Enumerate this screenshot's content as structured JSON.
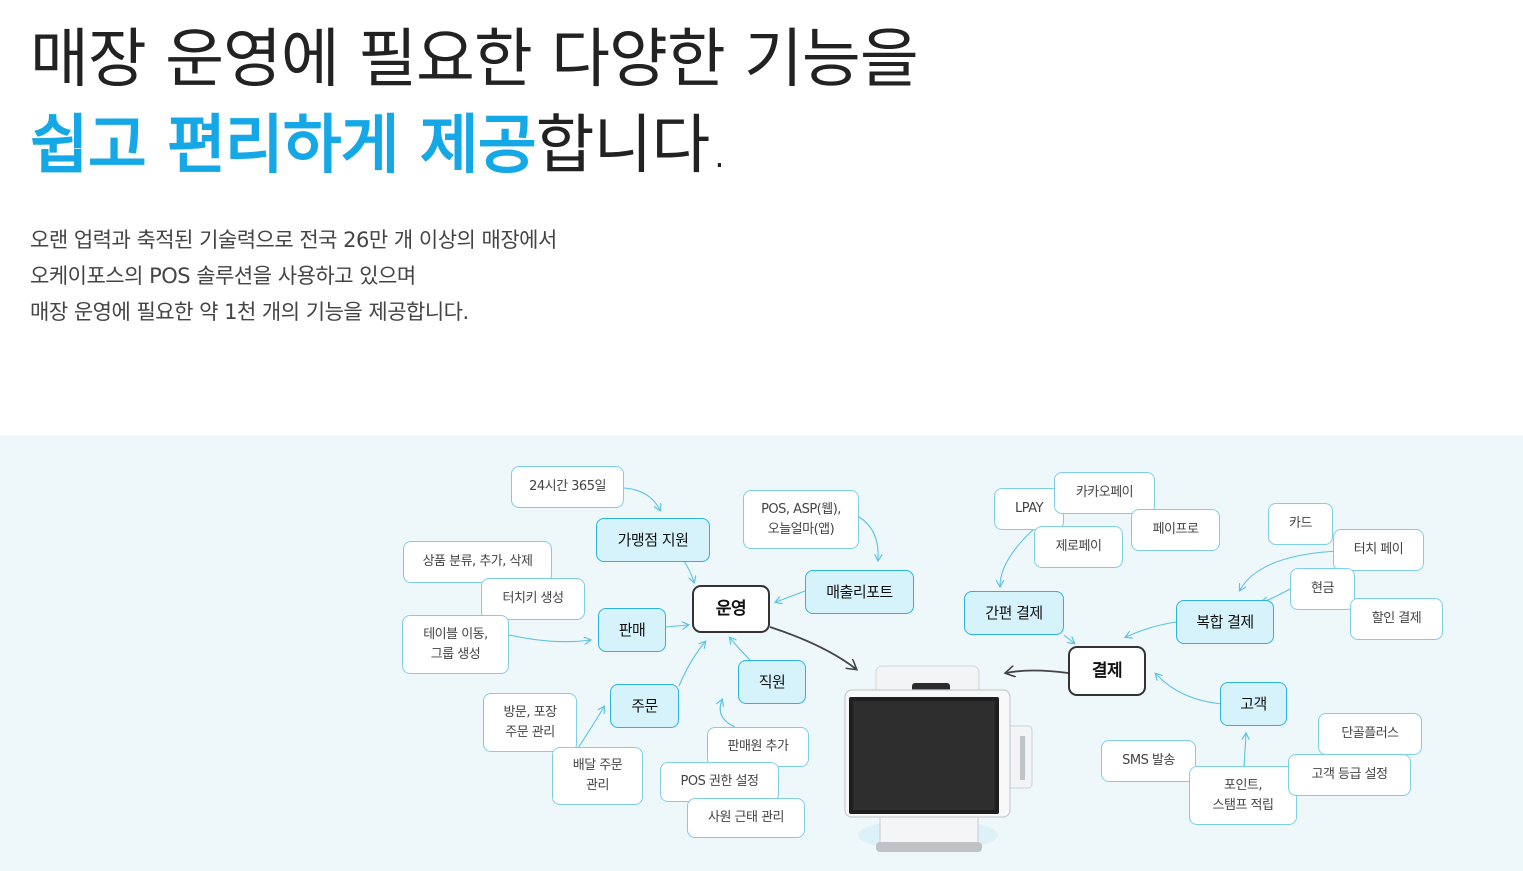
{
  "headline": {
    "line1": "매장 운영에 필요한 다양한 기능을",
    "line2_accent": "쉽고 편리하게 제공",
    "line2_rest": "합니다."
  },
  "description": [
    "오랜 업력과 축적된 기술력으로 전국 26만 개 이상의 매장에서",
    "오케이포스의 POS 솔루션을 사용하고 있으며",
    "매장 운영에 필요한 약 1천 개의 기능을 제공합니다."
  ],
  "diagram": {
    "hubs": {
      "operation": "운영",
      "payment": "결제"
    },
    "categories": {
      "franchise_support": "가맹점 지원",
      "sales_report": "매출리포트",
      "sales": "판매",
      "order": "주문",
      "staff": "직원",
      "simple_payment": "간편 결제",
      "combined_payment": "복합 결제",
      "customer": "고객"
    },
    "leaves": {
      "hours_365": "24시간 365일",
      "pos_asp": "POS, ASP(웹),\n오늘얼마(앱)",
      "product_manage": "상품 분류, 추가, 삭제",
      "touch_key": "터치키 생성",
      "table_move": "테이블 이동,\n그룹 생성",
      "visit_pack": "방문, 포장\n주문 관리",
      "delivery": "배달 주문\n관리",
      "add_seller": "판매원 추가",
      "pos_permission": "POS 권한 설정",
      "attendance": "사원 근태 관리",
      "lpay": "LPAY",
      "kakaopay": "카카오페이",
      "payco": "페이프로",
      "zeropay": "제로페이",
      "card": "카드",
      "touch_pay": "터치 페이",
      "cash": "현금",
      "discount": "할인 결제",
      "sms": "SMS 발송",
      "points": "포인트,\n스탬프 적립",
      "dangol": "단골플러스",
      "grade": "고객 등급 설정"
    }
  },
  "colors": {
    "accent": "#14a8e6",
    "band": "#eef7fa",
    "category_fill": "#d6f3fb",
    "line": "#5cc3e2"
  },
  "icons": {
    "device": "pos-terminal-illustration"
  }
}
